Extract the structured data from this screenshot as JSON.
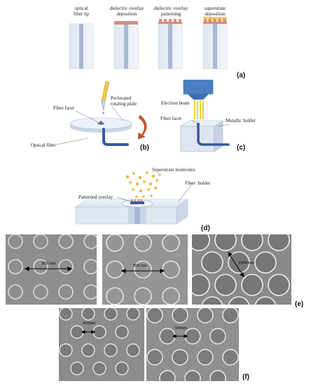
{
  "panel_a": {
    "steps": [
      "optical\nfiber tip",
      "dielectric overlay\ndeposition",
      "dielectric overlay\npatterning",
      "superstrate\ndeposition"
    ],
    "tag": "(a)"
  },
  "panel_b": {
    "labels": {
      "fiber_facet": "Fiber facet",
      "rotating_plate": "Perforated\nrotating plate",
      "optical_fiber": "Optical fiber"
    },
    "tag": "(b)"
  },
  "panel_c": {
    "labels": {
      "electron_beam": "Electron beam",
      "fiber_facet": "Fiber facet",
      "metallic_holder": "Metallic holder"
    },
    "tag": "(c)"
  },
  "panel_d": {
    "labels": {
      "superstrate_molecules": "Superstrate molecules",
      "patterned_overlay": "Patterned overlay",
      "fiber_holder": "Fiber  holder"
    },
    "tag": "(d)"
  },
  "panel_e": {
    "measurements": [
      "850 nm",
      "900 nm",
      "1000 nm"
    ],
    "tag": "(e)"
  },
  "panel_f": {
    "measurements": [
      "450nm",
      "500nm"
    ],
    "tag": "(f)"
  },
  "colors": {
    "fiber_core": "#a9b9d4",
    "cladding": "#e9eef5",
    "overlay": "#d98c82",
    "superstrate": "#f0c24a",
    "sem_bg": "#8e8e8e"
  }
}
